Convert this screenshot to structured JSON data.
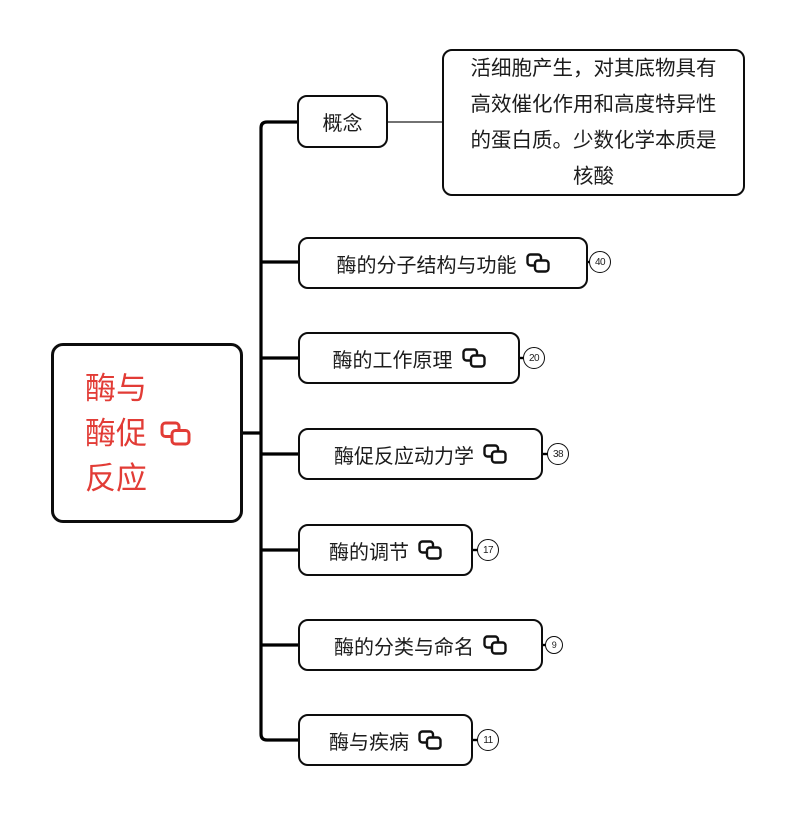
{
  "root": {
    "line1": "酶与",
    "line2": "酶促",
    "line3": "反应",
    "text_color": "#e23c36",
    "link_icon": "topic-link-icon"
  },
  "concept": {
    "label": "概念"
  },
  "note": {
    "line1": "活细胞产生，对其底物具有",
    "line2": "高效催化作用和高度特异性",
    "line3": "的蛋白质。少数化学本质是",
    "line4": "核酸"
  },
  "branches": [
    {
      "label": "酶的分子结构与功能",
      "count": "40",
      "link_icon": "topic-link-icon"
    },
    {
      "label": "酶的工作原理",
      "count": "20",
      "link_icon": "topic-link-icon"
    },
    {
      "label": "酶促反应动力学",
      "count": "38",
      "link_icon": "topic-link-icon"
    },
    {
      "label": "酶的调节",
      "count": "17",
      "link_icon": "topic-link-icon"
    },
    {
      "label": "酶的分类与命名",
      "count": "9",
      "link_icon": "topic-link-icon"
    },
    {
      "label": "酶与疾病",
      "count": "11",
      "link_icon": "topic-link-icon"
    }
  ],
  "colors": {
    "root_text": "#e23c36",
    "node_border": "#0d0d0d",
    "connector": "#000000",
    "note_connector": "#444444",
    "node_text": "#1c1c1c",
    "background": "#ffffff"
  }
}
